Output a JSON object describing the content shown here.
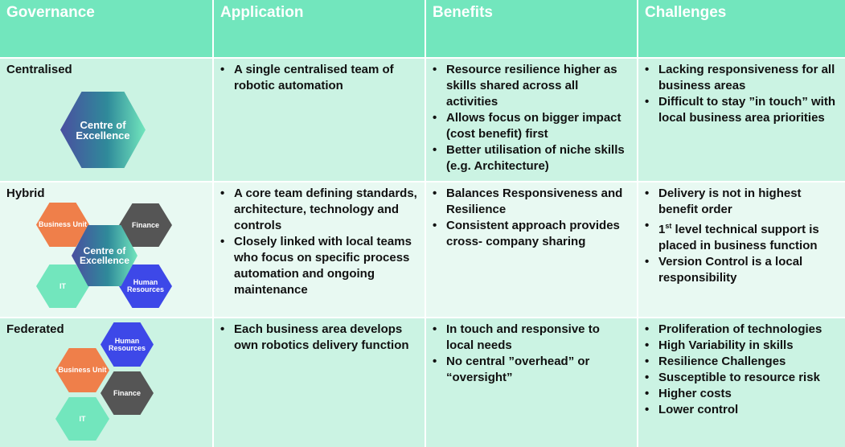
{
  "headers": [
    "Governance",
    "Application",
    "Benefits",
    "Challenges"
  ],
  "rows": [
    {
      "governance": "Centralised",
      "diagram": {
        "coe": "Centre of Excellence"
      },
      "application": [
        "A single centralised team of robotic automation"
      ],
      "benefits": [
        "Resource resilience higher as skills shared across all activities",
        "Allows focus on bigger impact (cost benefit) first",
        "Better utilisation of niche skills (e.g. Architecture)"
      ],
      "challenges": [
        "Lacking responsiveness for all business areas",
        "Difficult to stay ”in touch” with local business area priorities"
      ]
    },
    {
      "governance": "Hybrid",
      "diagram": {
        "business_unit": "Business Unit",
        "finance": "Finance",
        "coe": "Centre of Excellence",
        "it": "IT",
        "hr": "Human Resources"
      },
      "application": [
        "A core team defining standards, architecture, technology and controls",
        "Closely linked with local teams who focus on specific process automation and ongoing maintenance"
      ],
      "benefits": [
        "Balances Responsiveness and Resilience",
        "Consistent approach provides cross- company sharing"
      ],
      "challenges": [
        "Delivery is not in highest benefit order",
        {
          "num": "1",
          "sup": "st",
          "rest": " level technical support is placed in business function"
        },
        "Version Control is a local responsibility"
      ]
    },
    {
      "governance": "Federated",
      "diagram": {
        "hr": "Human Resources",
        "business_unit": "Business Unit",
        "finance": "Finance",
        "it": "IT"
      },
      "application": [
        "Each business area develops own robotics delivery function"
      ],
      "benefits": [
        "In touch and responsive to local needs",
        "No central ”overhead” or “oversight”"
      ],
      "challenges": [
        "Proliferation of technologies",
        "High Variability in skills",
        "Resilience Challenges",
        "Susceptible to resource risk",
        "Higher costs",
        "Lower control"
      ]
    }
  ]
}
